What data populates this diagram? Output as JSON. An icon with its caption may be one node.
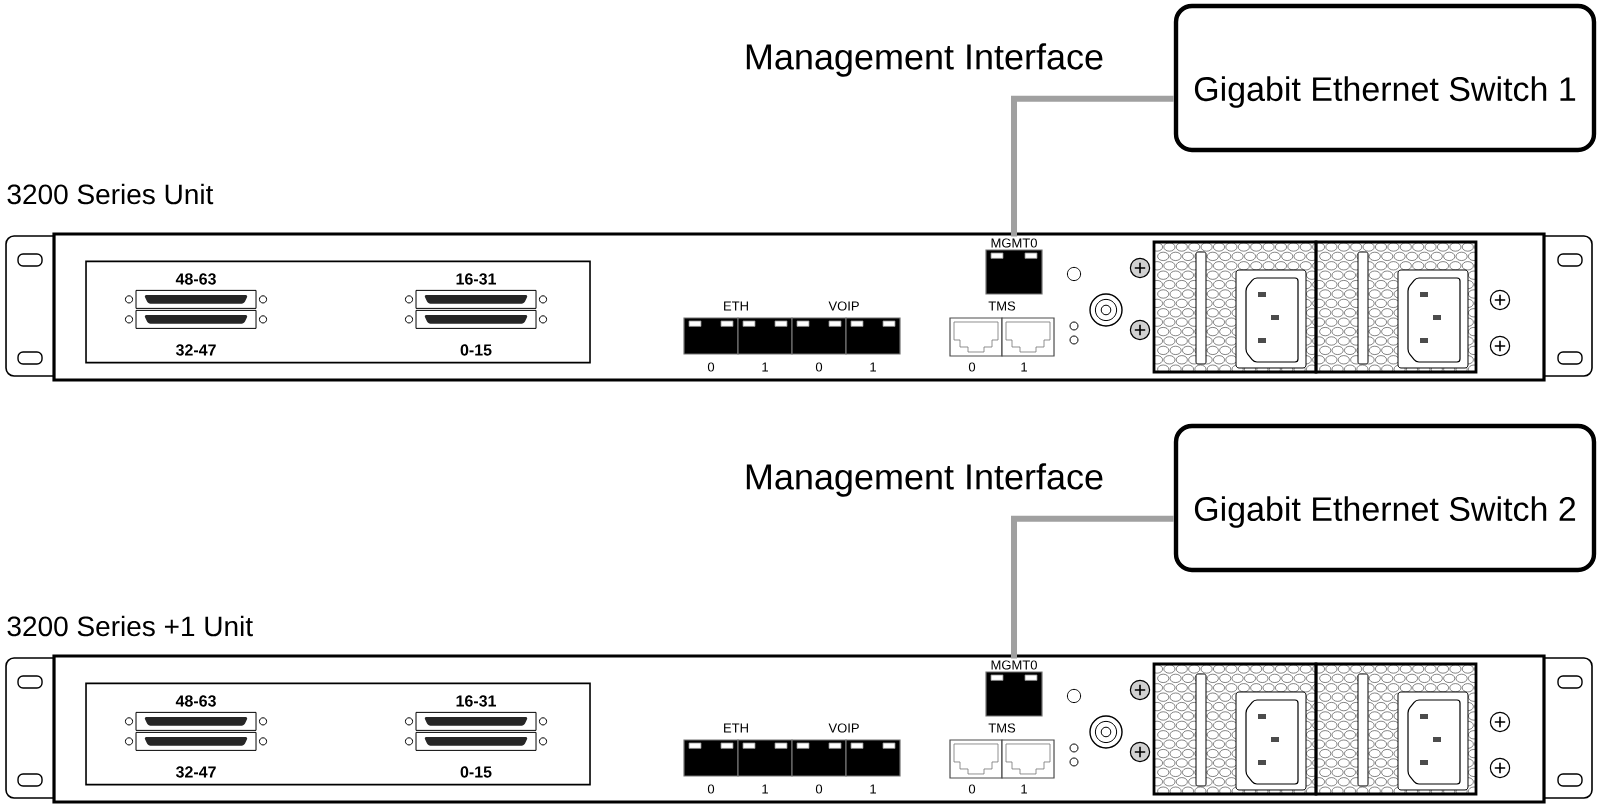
{
  "diagram": {
    "nodes": [
      {
        "text": [
          "Gigabit Ethernet Switch 1"
        ]
      },
      {
        "text": [
          "3200 Series Unit"
        ]
      },
      {
        "text": [
          "48-63",
          "16-31",
          "32-47",
          "0-15"
        ],
        "in": 1
      },
      {
        "text": [
          "MGMT0"
        ],
        "in": 1
      },
      {
        "text": [
          "Gigabit Ethernet Switch 2"
        ]
      },
      {
        "text": [
          "3200 Series +1 Unit"
        ]
      },
      {
        "text": [
          "48-63",
          "16-31",
          "32-47",
          "0-15"
        ],
        "in": 5
      },
      {
        "text": [
          "MGMT0"
        ],
        "in": 5
      }
    ],
    "edges": [
      {
        "from": 3,
        "to": 0,
        "arrow": "none",
        "label": "Management Interface"
      },
      {
        "from": 7,
        "to": 4,
        "arrow": "none",
        "label": "Management Interface"
      }
    ],
    "labels": [
      "ETH",
      "VOIP",
      "TMS",
      "0",
      "1",
      "0",
      "1",
      "0",
      "1",
      "ETH",
      "VOIP",
      "TMS",
      "0",
      "1",
      "0",
      "1",
      "0",
      "1"
    ]
  }
}
